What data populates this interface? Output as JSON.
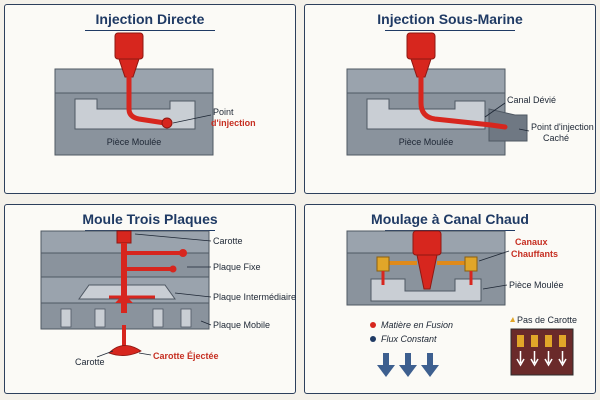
{
  "panels": {
    "p1": {
      "title": "Injection Directe",
      "point_label": "Point",
      "injection_label": "d'injection",
      "part_label": "Pièce Moulée"
    },
    "p2": {
      "title": "Injection Sous-Marine",
      "channel_label": "Canal Dévié",
      "hidden_point_line1": "Point d'injection",
      "hidden_point_line2": "Caché",
      "part_label": "Pièce Moulée"
    },
    "p3": {
      "title": "Moule Trois Plaques",
      "sprue_label": "Carotte",
      "fixed_plate_label": "Plaque Fixe",
      "middle_plate_label": "Plaque Intermédiaire",
      "moving_plate_label": "Plaque Mobile",
      "sprue_bottom_label": "Carotte",
      "ejected_label": "Carotte Éjectée"
    },
    "p4": {
      "title": "Moulage à Canal Chaud",
      "hot_runners_line1": "Canaux",
      "hot_runners_line2": "Chauffants",
      "part_label": "Pièce Moulée",
      "legend_melt": "Matière en Fusion",
      "legend_flow": "Flux Constant",
      "no_sprue_label": "Pas de Carotte"
    }
  },
  "colors": {
    "frame": "#2c3f5c",
    "title": "#1f3a64",
    "red": "#d7261e",
    "steel": "#9aa3ad",
    "steel_dark": "#6f7883",
    "cavity": "#c9ced4",
    "gold": "#e1a629",
    "arrow": "#3d5f8f"
  }
}
